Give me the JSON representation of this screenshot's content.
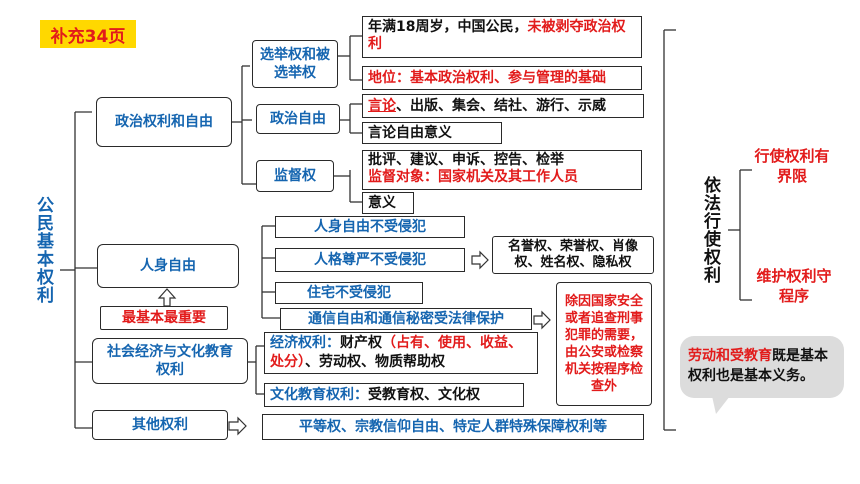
{
  "supplement_label": "补充34页",
  "root": {
    "title": "公民基本权利"
  },
  "right_root": {
    "title": "依法行使权利"
  },
  "right_notes": [
    "行使权利有界限",
    "维护权利守程序"
  ],
  "categories": {
    "political": {
      "title": "政治权利和自由",
      "election": {
        "title": "选举权和被选举权",
        "note1_black": "年满18周岁，中国公民，",
        "note1_red": "未被剥夺政治权利",
        "note2": "地位：基本政治权利、参与管理的基础"
      },
      "freedom": {
        "title": "政治自由",
        "list_lead": "言论",
        "list_rest": "、出版、集会、结社、游行、示威",
        "meaning": "言论自由意义"
      },
      "supervision": {
        "title": "监督权",
        "rights": "批评、建议、申诉、控告、检举",
        "targets": "监督对象：国家机关及其工作人员",
        "meaning": "意义"
      }
    },
    "personal": {
      "title": "人身自由",
      "most_important": "最基本最重要",
      "items": [
        "人身自由不受侵犯",
        "人格尊严不受侵犯",
        "住宅不受侵犯",
        "通信自由和通信秘密受法律保护"
      ],
      "dignity_detail": "名誉权、荣誉权、肖像权、姓名权、隐私权",
      "comm_exception": "除因国家安全或者追查刑事犯罪的需要，由公安或检察机关按程序检查外"
    },
    "social": {
      "title": "社会经济与文化教育权利",
      "econ_label": "经济权利：",
      "econ_text": "财产权",
      "econ_paren": "（占有、使用、收益、处分）",
      "econ_rest": "、劳动权、物质帮助权",
      "edu_label": "文化教育权利：",
      "edu_text": "受教育权、文化权"
    },
    "other": {
      "title": "其他权利",
      "detail": "平等权、宗教信仰自由、特定人群特殊保障权利等"
    }
  },
  "callout": {
    "highlight": "劳动和受教育",
    "text": "既是基本权利也是基本义务。"
  }
}
